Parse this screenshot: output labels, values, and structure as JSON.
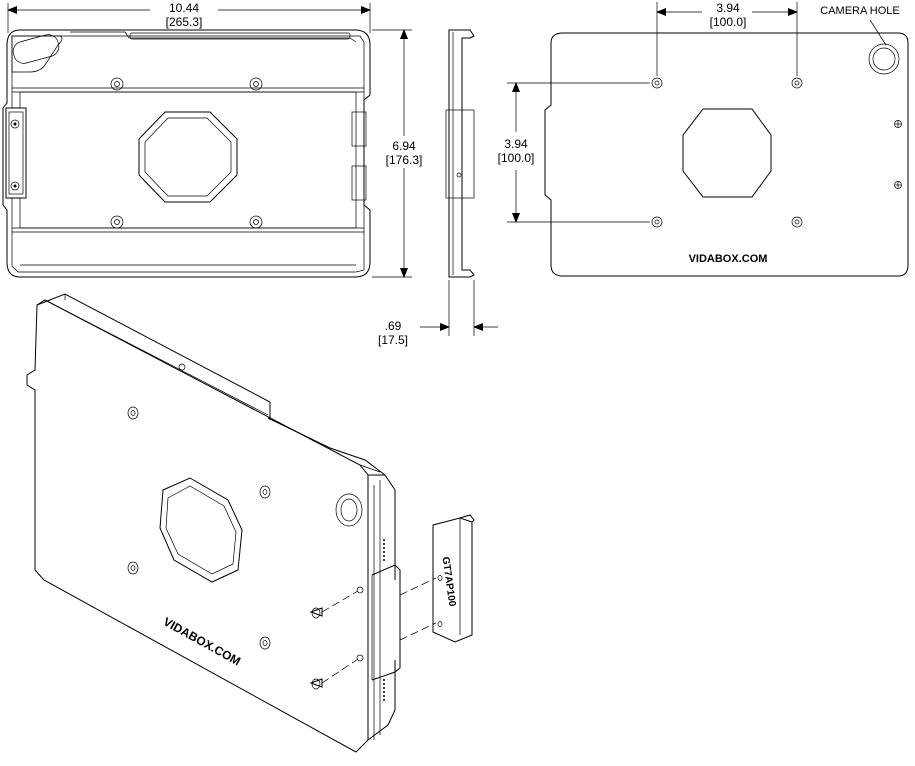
{
  "front_view": {
    "width_in": "10.44",
    "width_mm": "[265.3]",
    "height_in": "6.94",
    "height_mm": "[176.3]"
  },
  "side_view": {
    "depth_in": ".69",
    "depth_mm": "[17.5]"
  },
  "back_view": {
    "hole_spacing_h_in": "3.94",
    "hole_spacing_h_mm": "[100.0]",
    "hole_spacing_v_in": "3.94",
    "hole_spacing_v_mm": "[100.0]",
    "camera_label": "CAMERA HOLE",
    "brand": "VIDABOX.COM"
  },
  "iso_view": {
    "brand": "VIDABOX.COM",
    "part_label": "GT7AP100"
  },
  "colors": {
    "line": "#000000",
    "background": "#ffffff"
  }
}
